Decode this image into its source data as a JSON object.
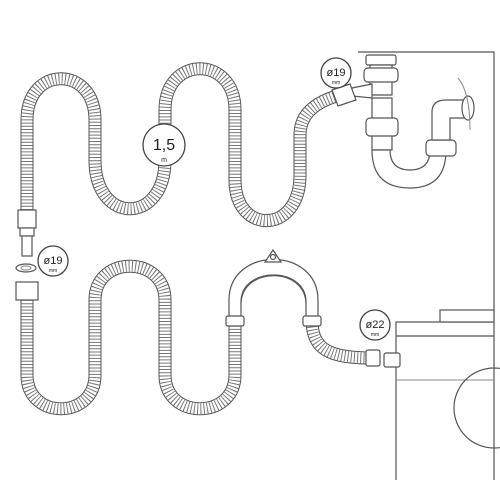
{
  "labels": {
    "length_value": "1,5",
    "length_unit": "m",
    "diameter_top": "ø19",
    "diameter_top_unit": "mm",
    "diameter_joint": "ø19",
    "diameter_joint_unit": "mm",
    "diameter_machine": "ø22",
    "diameter_machine_unit": "mm"
  },
  "colors": {
    "outline": "#555555",
    "rib": "#777777",
    "background": "#ffffff"
  }
}
